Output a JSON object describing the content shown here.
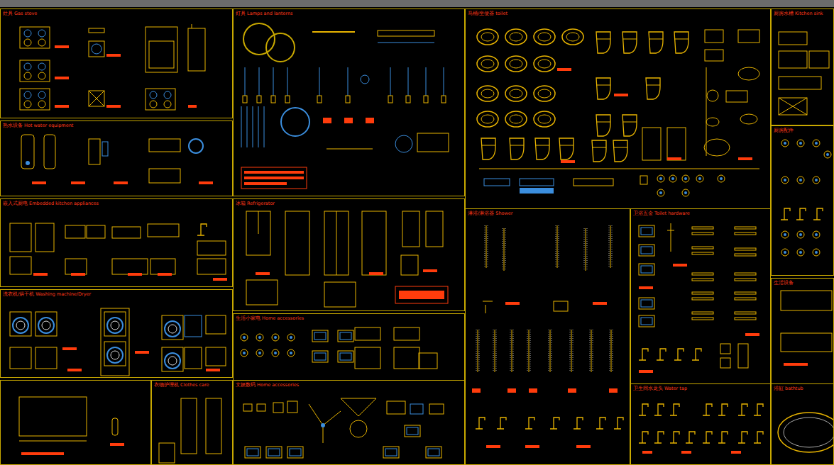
{
  "diagram": {
    "nodes": [
      {
        "text": [
          "灶具 Gas stove"
        ]
      },
      {
        "text": [
          "灯具 Lamps and lanterns"
        ]
      },
      {
        "text": [
          "马桶/坐便器 toilet"
        ]
      },
      {
        "text": [
          "厨房水槽 Kitchen sink"
        ]
      },
      {
        "text": [
          "热水设备 Hot water equipment"
        ]
      },
      {
        "text": [
          "厨房配件"
        ]
      },
      {
        "text": [
          "嵌入式厨电 Embedded kitchen appliances"
        ]
      },
      {
        "text": [
          "冰箱 Refrigerator"
        ]
      },
      {
        "text": [
          "淋浴/淋浴器 Shower"
        ]
      },
      {
        "text": [
          "卫浴五金 Toilet hardware"
        ]
      },
      {
        "text": [
          "生活设备"
        ]
      },
      {
        "text": [
          "洗衣机/烘干机 Washing machine/Dryer"
        ]
      },
      {
        "text": [
          "生活小家电 Home accessories"
        ]
      },
      {
        "text": [
          "衣物护理机 Clothes care"
        ]
      },
      {
        "text": [
          "文娱数码 Home accessories"
        ]
      },
      {
        "text": [
          "卫生间水龙头 Water tap"
        ]
      },
      {
        "text": [
          "浴缸 bathtub"
        ]
      }
    ]
  }
}
